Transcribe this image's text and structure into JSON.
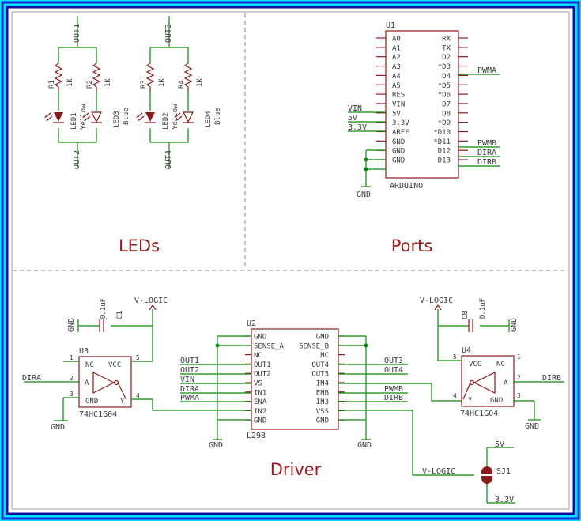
{
  "frame": {
    "border_color": "#00e5ff",
    "accent_color": "#1a2cd6",
    "inner_color": "#1010a0"
  },
  "sections": {
    "leds": "LEDs",
    "ports": "Ports",
    "driver": "Driver"
  },
  "leds": {
    "nets": [
      "OUT1",
      "OUT2",
      "OUT3",
      "OUT4"
    ],
    "resistors": [
      {
        "name": "R1",
        "value": "1K"
      },
      {
        "name": "R2",
        "value": "1K"
      },
      {
        "name": "R3",
        "value": "1K"
      },
      {
        "name": "R4",
        "value": "1K"
      }
    ],
    "diodes": [
      {
        "name": "LED1",
        "color": "Yellow"
      },
      {
        "name": "LED3",
        "color": "Blue"
      },
      {
        "name": "LED2",
        "color": "Yellow"
      },
      {
        "name": "LED4",
        "color": "Blue"
      }
    ]
  },
  "arduino": {
    "ref": "U1",
    "name": "ARDUINO",
    "left_pins": [
      "A0",
      "A1",
      "A2",
      "A3",
      "A4",
      "A5",
      "RES",
      "VIN",
      "5V",
      "3.3V",
      "AREF",
      "GND",
      "GND",
      "GND"
    ],
    "right_pins": [
      "RX",
      "TX",
      "D2",
      "*D3",
      "D4",
      "*D5",
      "*D6",
      "D7",
      "D8",
      "*D9",
      "*D10",
      "*D11",
      "D12",
      "D13"
    ],
    "nets_left": [
      "VIN",
      "5V",
      "3.3V"
    ],
    "nets_right": [
      "PWMA",
      "PWMB",
      "DIRA",
      "DIRB"
    ],
    "gnd": "GND"
  },
  "driver": {
    "l298": {
      "ref": "U2",
      "name": "L298",
      "left_pins": [
        "GND",
        "SENSE_A",
        "NC",
        "OUT1",
        "OUT2",
        "VS",
        "IN1",
        "ENA",
        "IN2",
        "GND"
      ],
      "right_pins": [
        "GND",
        "SENSE_B",
        "NC",
        "OUT4",
        "OUT3",
        "IN4",
        "ENB",
        "IN3",
        "VSS",
        "GND"
      ],
      "left_nets": [
        "OUT1",
        "OUT2",
        "VIN",
        "DIRA",
        "PWMA"
      ],
      "right_nets": [
        "OUT3",
        "OUT4",
        "PWMB",
        "DIRB"
      ]
    },
    "u3": {
      "ref": "U3",
      "part": "74HC1G04",
      "nc": "NC",
      "vcc": "VCC",
      "gnd": "GND",
      "a": "A",
      "y": "Y",
      "pins": [
        "1",
        "2",
        "3",
        "5",
        "4"
      ],
      "input": "DIRA"
    },
    "u4": {
      "ref": "U4",
      "part": "74HC1G04",
      "nc": "NC",
      "vcc": "VCC",
      "gnd": "GND",
      "a": "A",
      "y": "Y",
      "pins": [
        "5",
        "4",
        "1",
        "2",
        "3"
      ],
      "input": "DIRB"
    },
    "c1": {
      "name": "C1",
      "value": "0.1uF"
    },
    "c8": {
      "name": "C8",
      "value": "0.1uF"
    },
    "vlogic": "V-LOGIC",
    "gnd": "GND",
    "jumper": {
      "name": "SJ1",
      "top": "5V",
      "bottom": "3.3V",
      "net": "V-LOGIC"
    }
  }
}
